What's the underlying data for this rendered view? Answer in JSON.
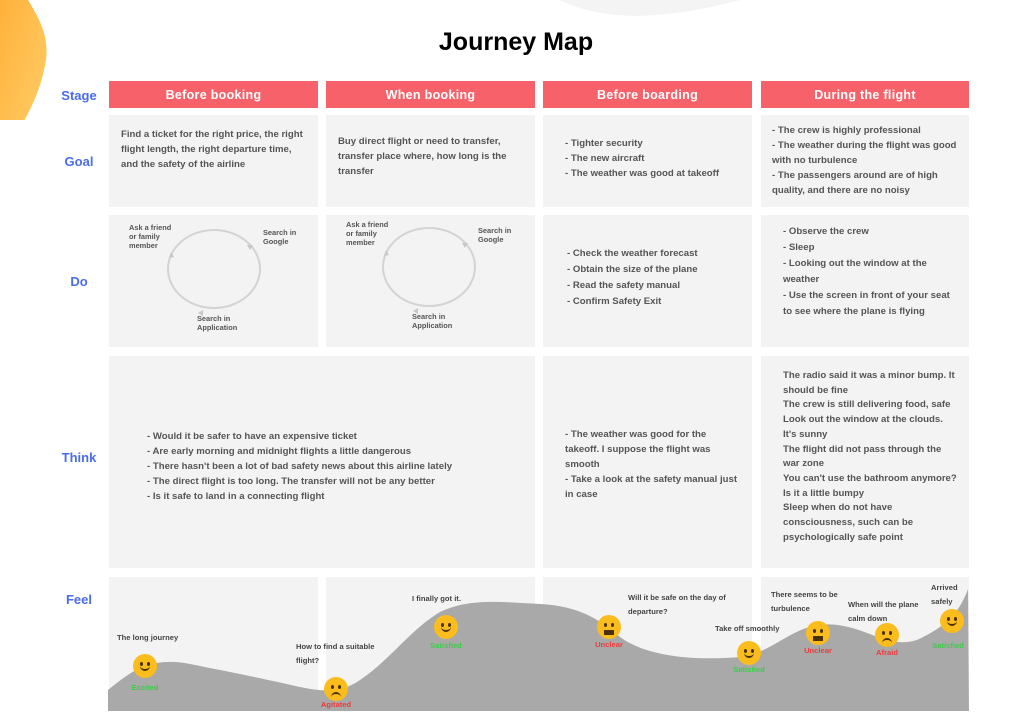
{
  "title": "Journey Map",
  "colors": {
    "accent": "#f7616a",
    "row_label": "#4a6cf0",
    "cell_bg": "#f3f3f3",
    "curve": "#a8a8a8",
    "face": "#fbbd1d",
    "positive": "#3dcc4a",
    "negative": "#ee3b3b"
  },
  "rows": {
    "stage": "Stage",
    "goal": "Goal",
    "do": "Do",
    "think": "Think",
    "feel": "Feel"
  },
  "stages": [
    "Before booking",
    "When booking",
    "Before boarding",
    "During the flight"
  ],
  "goal": {
    "before_booking": "Find a ticket for the right price, the right flight length, the right departure time, and the safety of the airline",
    "when_booking": "Buy direct flight or need to transfer, transfer place where, how long is the transfer",
    "before_boarding": [
      "- Tighter security",
      "- The new aircraft",
      "- The weather was good at takeoff"
    ],
    "during_flight": [
      "- The crew is highly professional",
      "- The weather during the flight was good with no turbulence",
      "- The passengers around are of high quality, and there are no noisy"
    ]
  },
  "do": {
    "cycle1": {
      "a": "Ask a friend or family member",
      "b": "Search in Google",
      "c": "Search in Application"
    },
    "cycle2": {
      "a": "Ask a friend or family member",
      "b": "Search in Google",
      "c": "Search in Application"
    },
    "before_boarding": [
      "- Check the weather forecast",
      "- Obtain the size of the plane",
      "- Read the safety manual",
      "- Confirm Safety Exit"
    ],
    "during_flight": [
      "- Observe the crew",
      "- Sleep",
      "- Looking out the window at the weather",
      "- Use the screen in front of your seat to see where the plane is flying"
    ]
  },
  "think": {
    "booking": [
      "- Would it be safer to have an expensive ticket",
      "- Are early morning and midnight flights a little dangerous",
      "- There hasn't been a lot of bad safety news about this airline lately",
      "- The direct flight is too long. The transfer will not be any better",
      "- Is it safe to land in a connecting flight"
    ],
    "before_boarding": [
      "- The weather was good for the takeoff. I suppose the flight was smooth",
      "- Take a look at the safety manual just in case"
    ],
    "during_flight": [
      "The radio said it was a minor bump. It should be fine",
      "The crew is still delivering food, safe",
      "Look out the window at the clouds. It's sunny",
      "The flight did not pass through the war zone",
      "You can't use the bathroom anymore? Is it a little bumpy",
      "Sleep when do not have consciousness, such can be psychologically safe point"
    ]
  },
  "feel": {
    "points": [
      {
        "text": "The long journey",
        "emotion": "Excited",
        "mood": "happy"
      },
      {
        "text": "How to find a suitable flight?",
        "emotion": "Agitated",
        "mood": "sad"
      },
      {
        "text": "I finally got it.",
        "emotion": "Satisfied",
        "mood": "happy"
      },
      {
        "text": "Will it be safe on the day of departure?",
        "emotion": "Unclear",
        "mood": "flat"
      },
      {
        "text": "Take off smoothly",
        "emotion": "Satisfied",
        "mood": "happy"
      },
      {
        "text": "There seems to be turbulence",
        "emotion": "Unclear",
        "mood": "flat"
      },
      {
        "text": "When will the plane calm down",
        "emotion": "Afraid",
        "mood": "sad"
      },
      {
        "text": "Arrived safely",
        "emotion": "Satisfied",
        "mood": "happy"
      }
    ]
  }
}
